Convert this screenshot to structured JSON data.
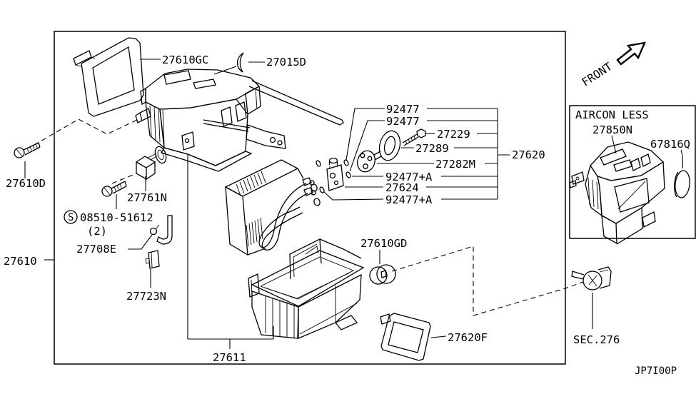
{
  "colors": {
    "line": "#000000",
    "background": "#ffffff"
  },
  "front_label": "FRONT",
  "doc_code": "JP7I00P",
  "sec_ref": "SEC.276",
  "aircon_box": {
    "title": "AIRCON LESS"
  },
  "hardware_note": {
    "symbol": "S",
    "number": "08510-51612",
    "qty": "(2)"
  },
  "labels": {
    "p27610GC": "27610GC",
    "p27015D": "27015D",
    "p92477_1": "92477",
    "p92477_2": "92477",
    "p27229": "27229",
    "p27289": "27289",
    "p27282M": "27282M",
    "p92477A_1": "92477+A",
    "p27624": "27624",
    "p92477A_2": "92477+A",
    "p27620": "27620",
    "p27610D": "27610D",
    "p27761N": "27761N",
    "p27708E": "27708E",
    "p27610": "27610",
    "p27723N": "27723N",
    "p27611": "27611",
    "p27610GD": "27610GD",
    "p27620F": "27620F",
    "p27850N": "27850N",
    "p67816Q": "67816Q"
  }
}
